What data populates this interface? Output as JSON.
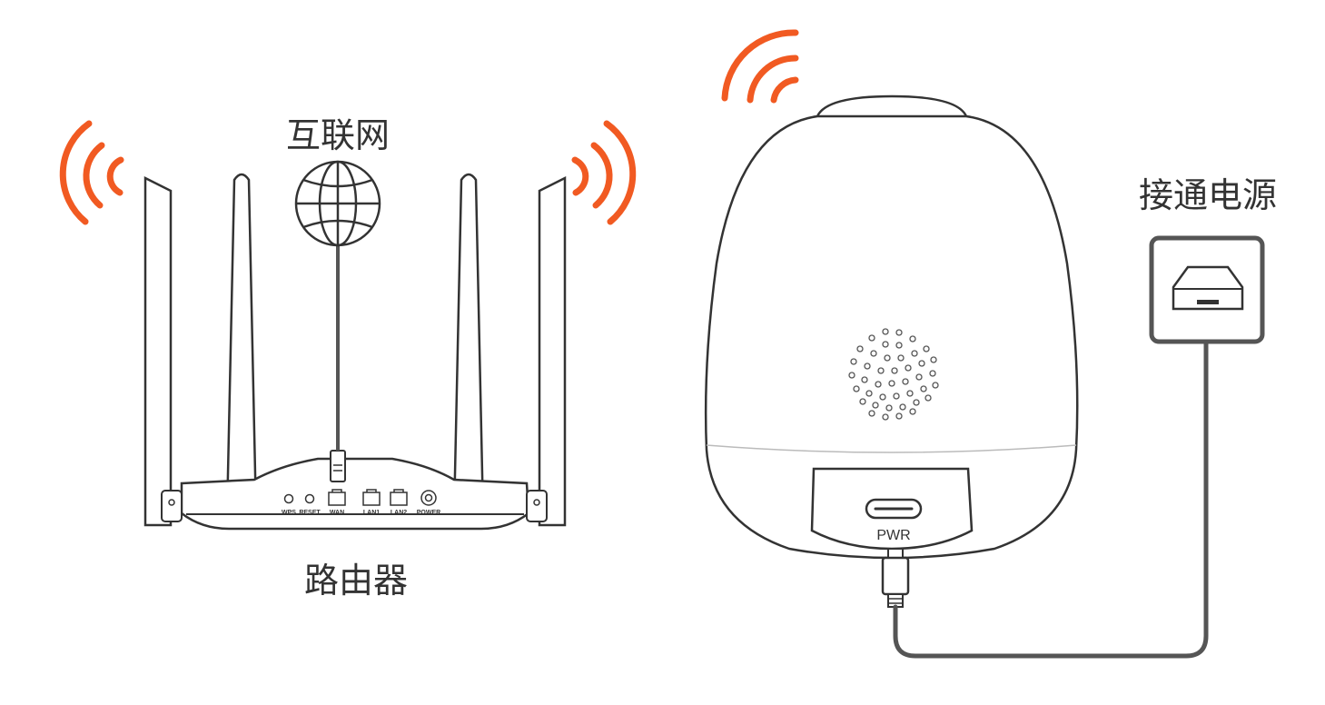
{
  "labels": {
    "internet": "互联网",
    "router": "路由器",
    "power_on": "接通电源",
    "pwr": "PWR"
  },
  "router_ports": [
    "WPS",
    "RESET",
    "WAN",
    "LAN1",
    "LAN2",
    "POWER"
  ],
  "colors": {
    "signal": "#f15a22",
    "outline": "#333333",
    "fill": "#ffffff",
    "cable": "#555555"
  },
  "icons": [
    "wifi-signal-icon",
    "globe-icon",
    "power-socket-icon"
  ]
}
